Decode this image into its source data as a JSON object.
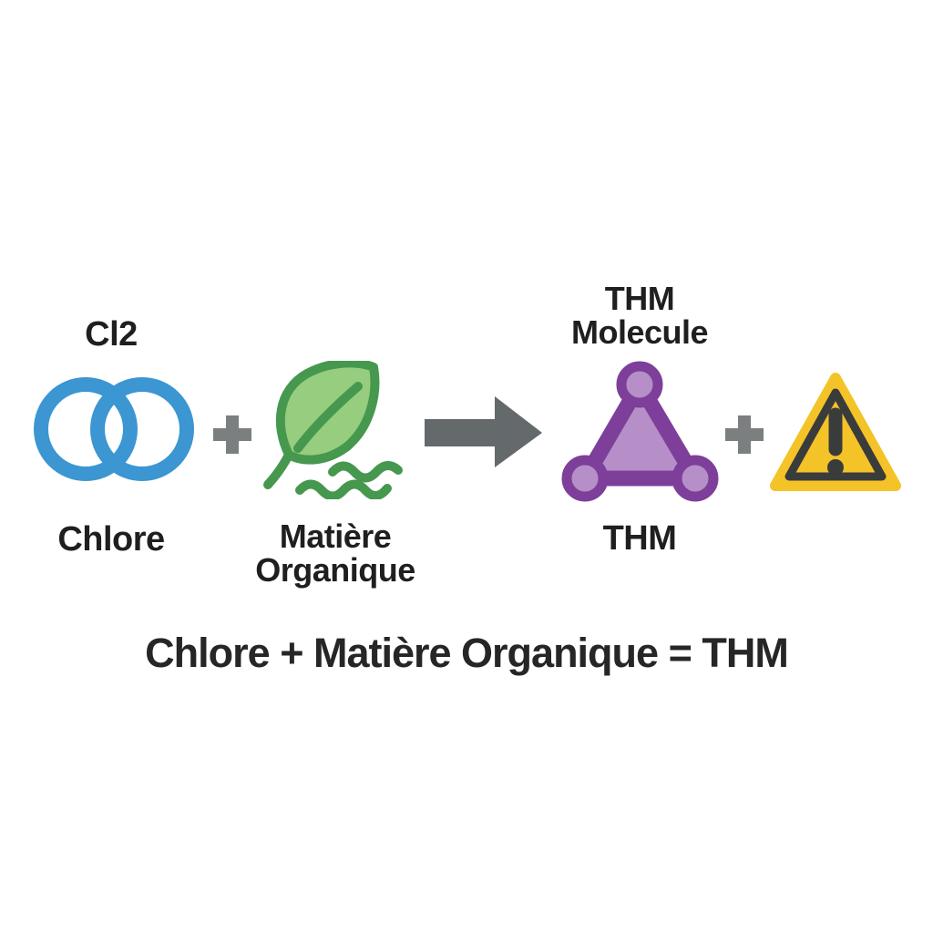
{
  "diagram": {
    "title_hidden": false,
    "labels": {
      "cl2": "Cl2",
      "chlore": "Chlore",
      "matiere_line1": "Matière",
      "matiere_line2": "Organique",
      "thm_mol_line1": "THM",
      "thm_mol_line2": "Molecule",
      "thm": "THM",
      "equation": "Chlore + Matière Organique = THM"
    },
    "icons": {
      "chlorine": "interlocked-circles-icon",
      "organic_matter": "leaf-with-water-waves-icon",
      "reaction_arrow": "arrow-right-icon",
      "thm_molecule": "triangle-molecule-icon",
      "hazard": "warning-triangle-icon",
      "operator": "plus-icon"
    },
    "colors": {
      "blue": "#3b96d2",
      "green-dark": "#46984e",
      "green-light": "#97cd7f",
      "purple-dark": "#7d3f99",
      "purple-light": "#b68fc9",
      "yellow": "#f4c327",
      "warning-dark": "#3a3c3b",
      "arrow-gray": "#64696b",
      "plus-gray": "#7c7f80",
      "text-black": "#1f1f1f",
      "bg": "#ffffff"
    }
  }
}
